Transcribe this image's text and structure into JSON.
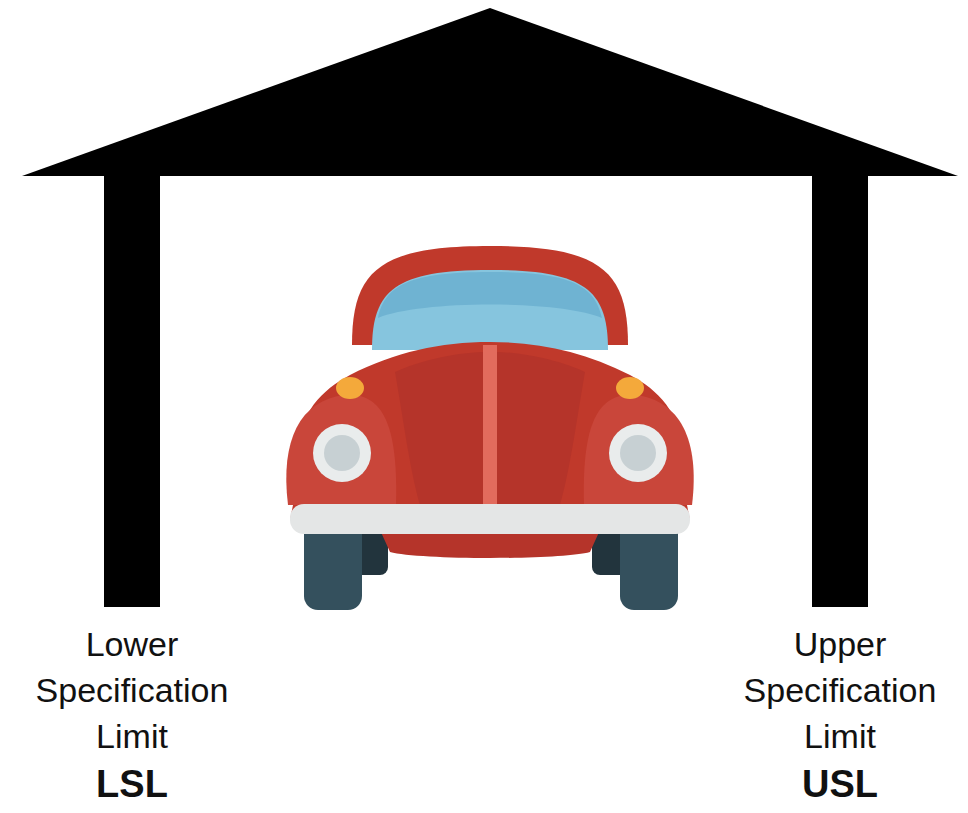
{
  "diagram": {
    "labels": [
      "Lower Specification Limit",
      "LSL",
      "Upper Specification Limit",
      "USL"
    ]
  }
}
